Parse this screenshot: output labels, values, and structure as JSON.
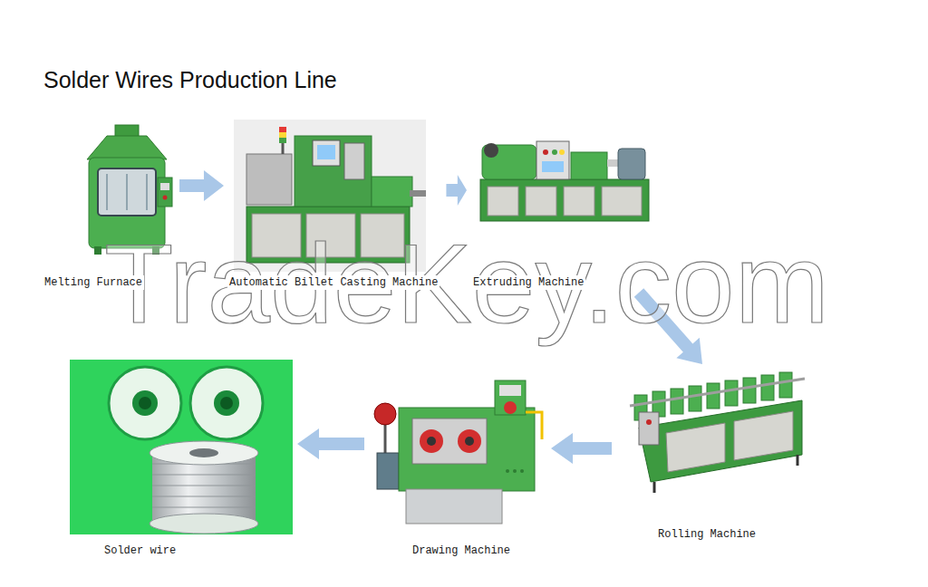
{
  "diagram": {
    "title": "Solder Wires Production Line",
    "nodes": [
      {
        "text": [
          "Melting Furnace"
        ]
      },
      {
        "text": [
          "Automatic Billet Casting Machine"
        ]
      },
      {
        "text": [
          "Extruding Machine"
        ]
      },
      {
        "text": [
          "Rolling Machine"
        ]
      },
      {
        "text": [
          "Drawing Machine"
        ]
      },
      {
        "text": [
          "Solder wire"
        ]
      }
    ],
    "edges": [
      {
        "from": 0,
        "to": 1,
        "arrow": "to"
      },
      {
        "from": 1,
        "to": 2,
        "arrow": "to"
      },
      {
        "from": 2,
        "to": 3,
        "arrow": "to"
      },
      {
        "from": 3,
        "to": 4,
        "arrow": "to"
      },
      {
        "from": 4,
        "to": 5,
        "arrow": "to"
      }
    ],
    "labels": [
      "TradeKey.com"
    ]
  }
}
